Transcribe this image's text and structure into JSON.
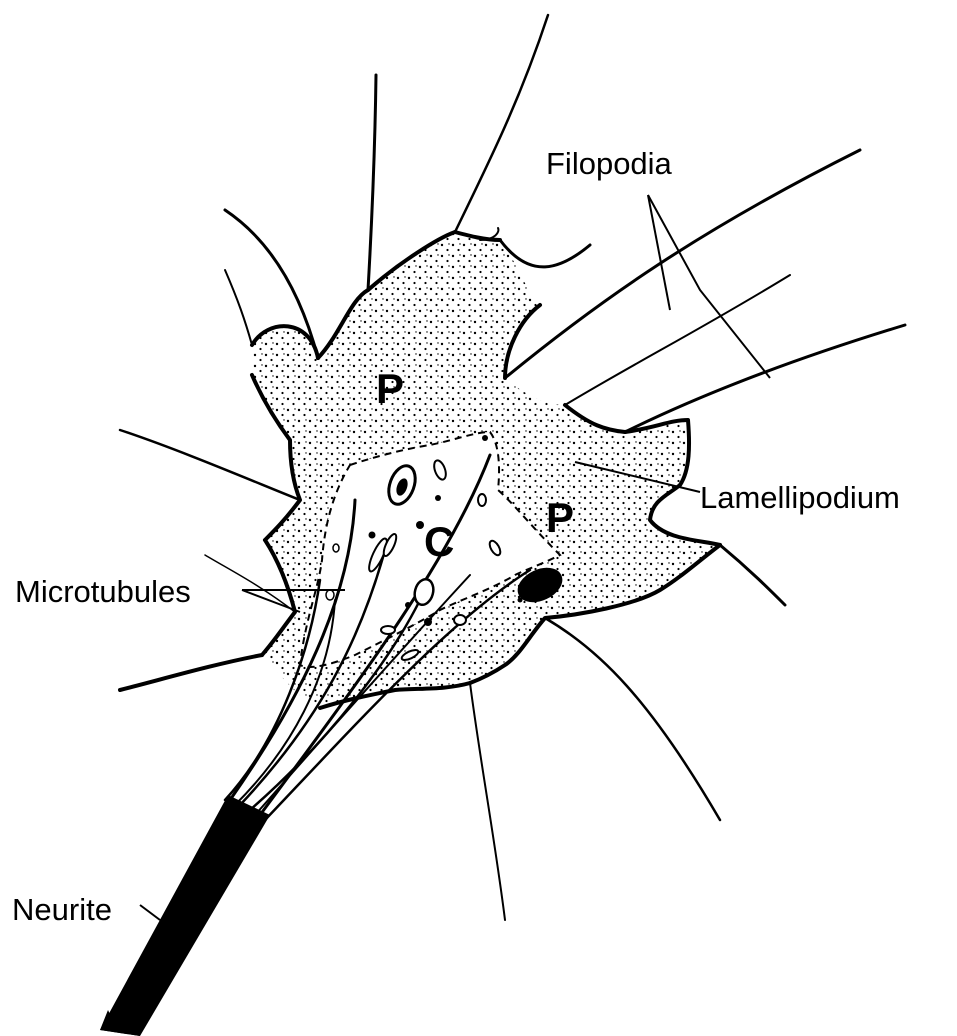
{
  "labels": {
    "filopodia": "Filopodia",
    "lamellipodium": "Lamellipodium",
    "microtubules": "Microtubules",
    "neurite": "Neurite",
    "peripheral_1": "P",
    "peripheral_2": "P",
    "central": "C"
  },
  "colors": {
    "ink": "#000000",
    "paper": "#ffffff"
  }
}
